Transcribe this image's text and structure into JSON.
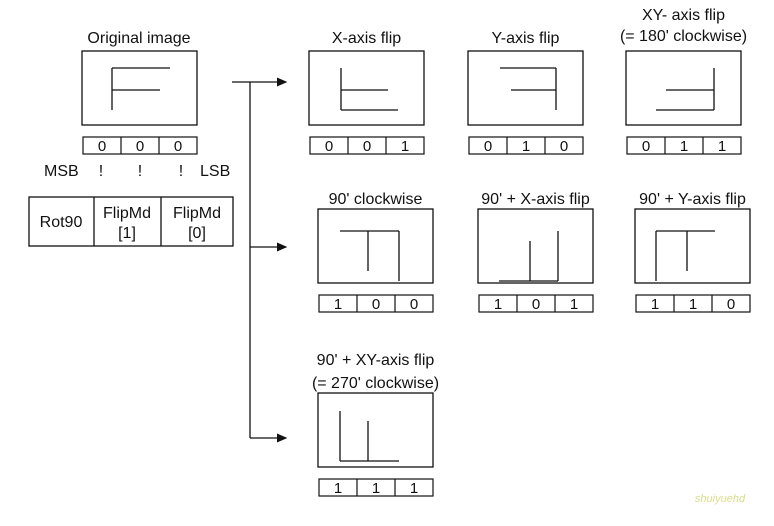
{
  "colors": {
    "ink": "#111111",
    "watermark": "#d6e08a"
  },
  "original": {
    "title": "Original image",
    "bits": [
      "0",
      "0",
      "0"
    ],
    "msb": "MSB",
    "lsb": "LSB",
    "pointer": "!"
  },
  "register": {
    "fields": [
      {
        "line1": "Rot90",
        "line2": ""
      },
      {
        "line1": "FlipMd",
        "line2": "[1]"
      },
      {
        "line1": "FlipMd",
        "line2": "[0]"
      }
    ]
  },
  "transforms": [
    {
      "line1": "X-axis flip",
      "line2": "",
      "bits": [
        "0",
        "0",
        "1"
      ]
    },
    {
      "line1": "Y-axis flip",
      "line2": "",
      "bits": [
        "0",
        "1",
        "0"
      ]
    },
    {
      "line1": "XY- axis flip",
      "line2": "(= 180' clockwise)",
      "bits": [
        "0",
        "1",
        "1"
      ]
    },
    {
      "line1": "90' clockwise",
      "line2": "",
      "bits": [
        "1",
        "0",
        "0"
      ]
    },
    {
      "line1": "90' + X-axis flip",
      "line2": "",
      "bits": [
        "1",
        "0",
        "1"
      ]
    },
    {
      "line1": "90' + Y-axis flip",
      "line2": "",
      "bits": [
        "1",
        "1",
        "0"
      ]
    },
    {
      "line1": "90' + XY-axis flip",
      "line2": "(= 270' clockwise)",
      "bits": [
        "1",
        "1",
        "1"
      ]
    }
  ],
  "watermark": "shuiyuehd"
}
